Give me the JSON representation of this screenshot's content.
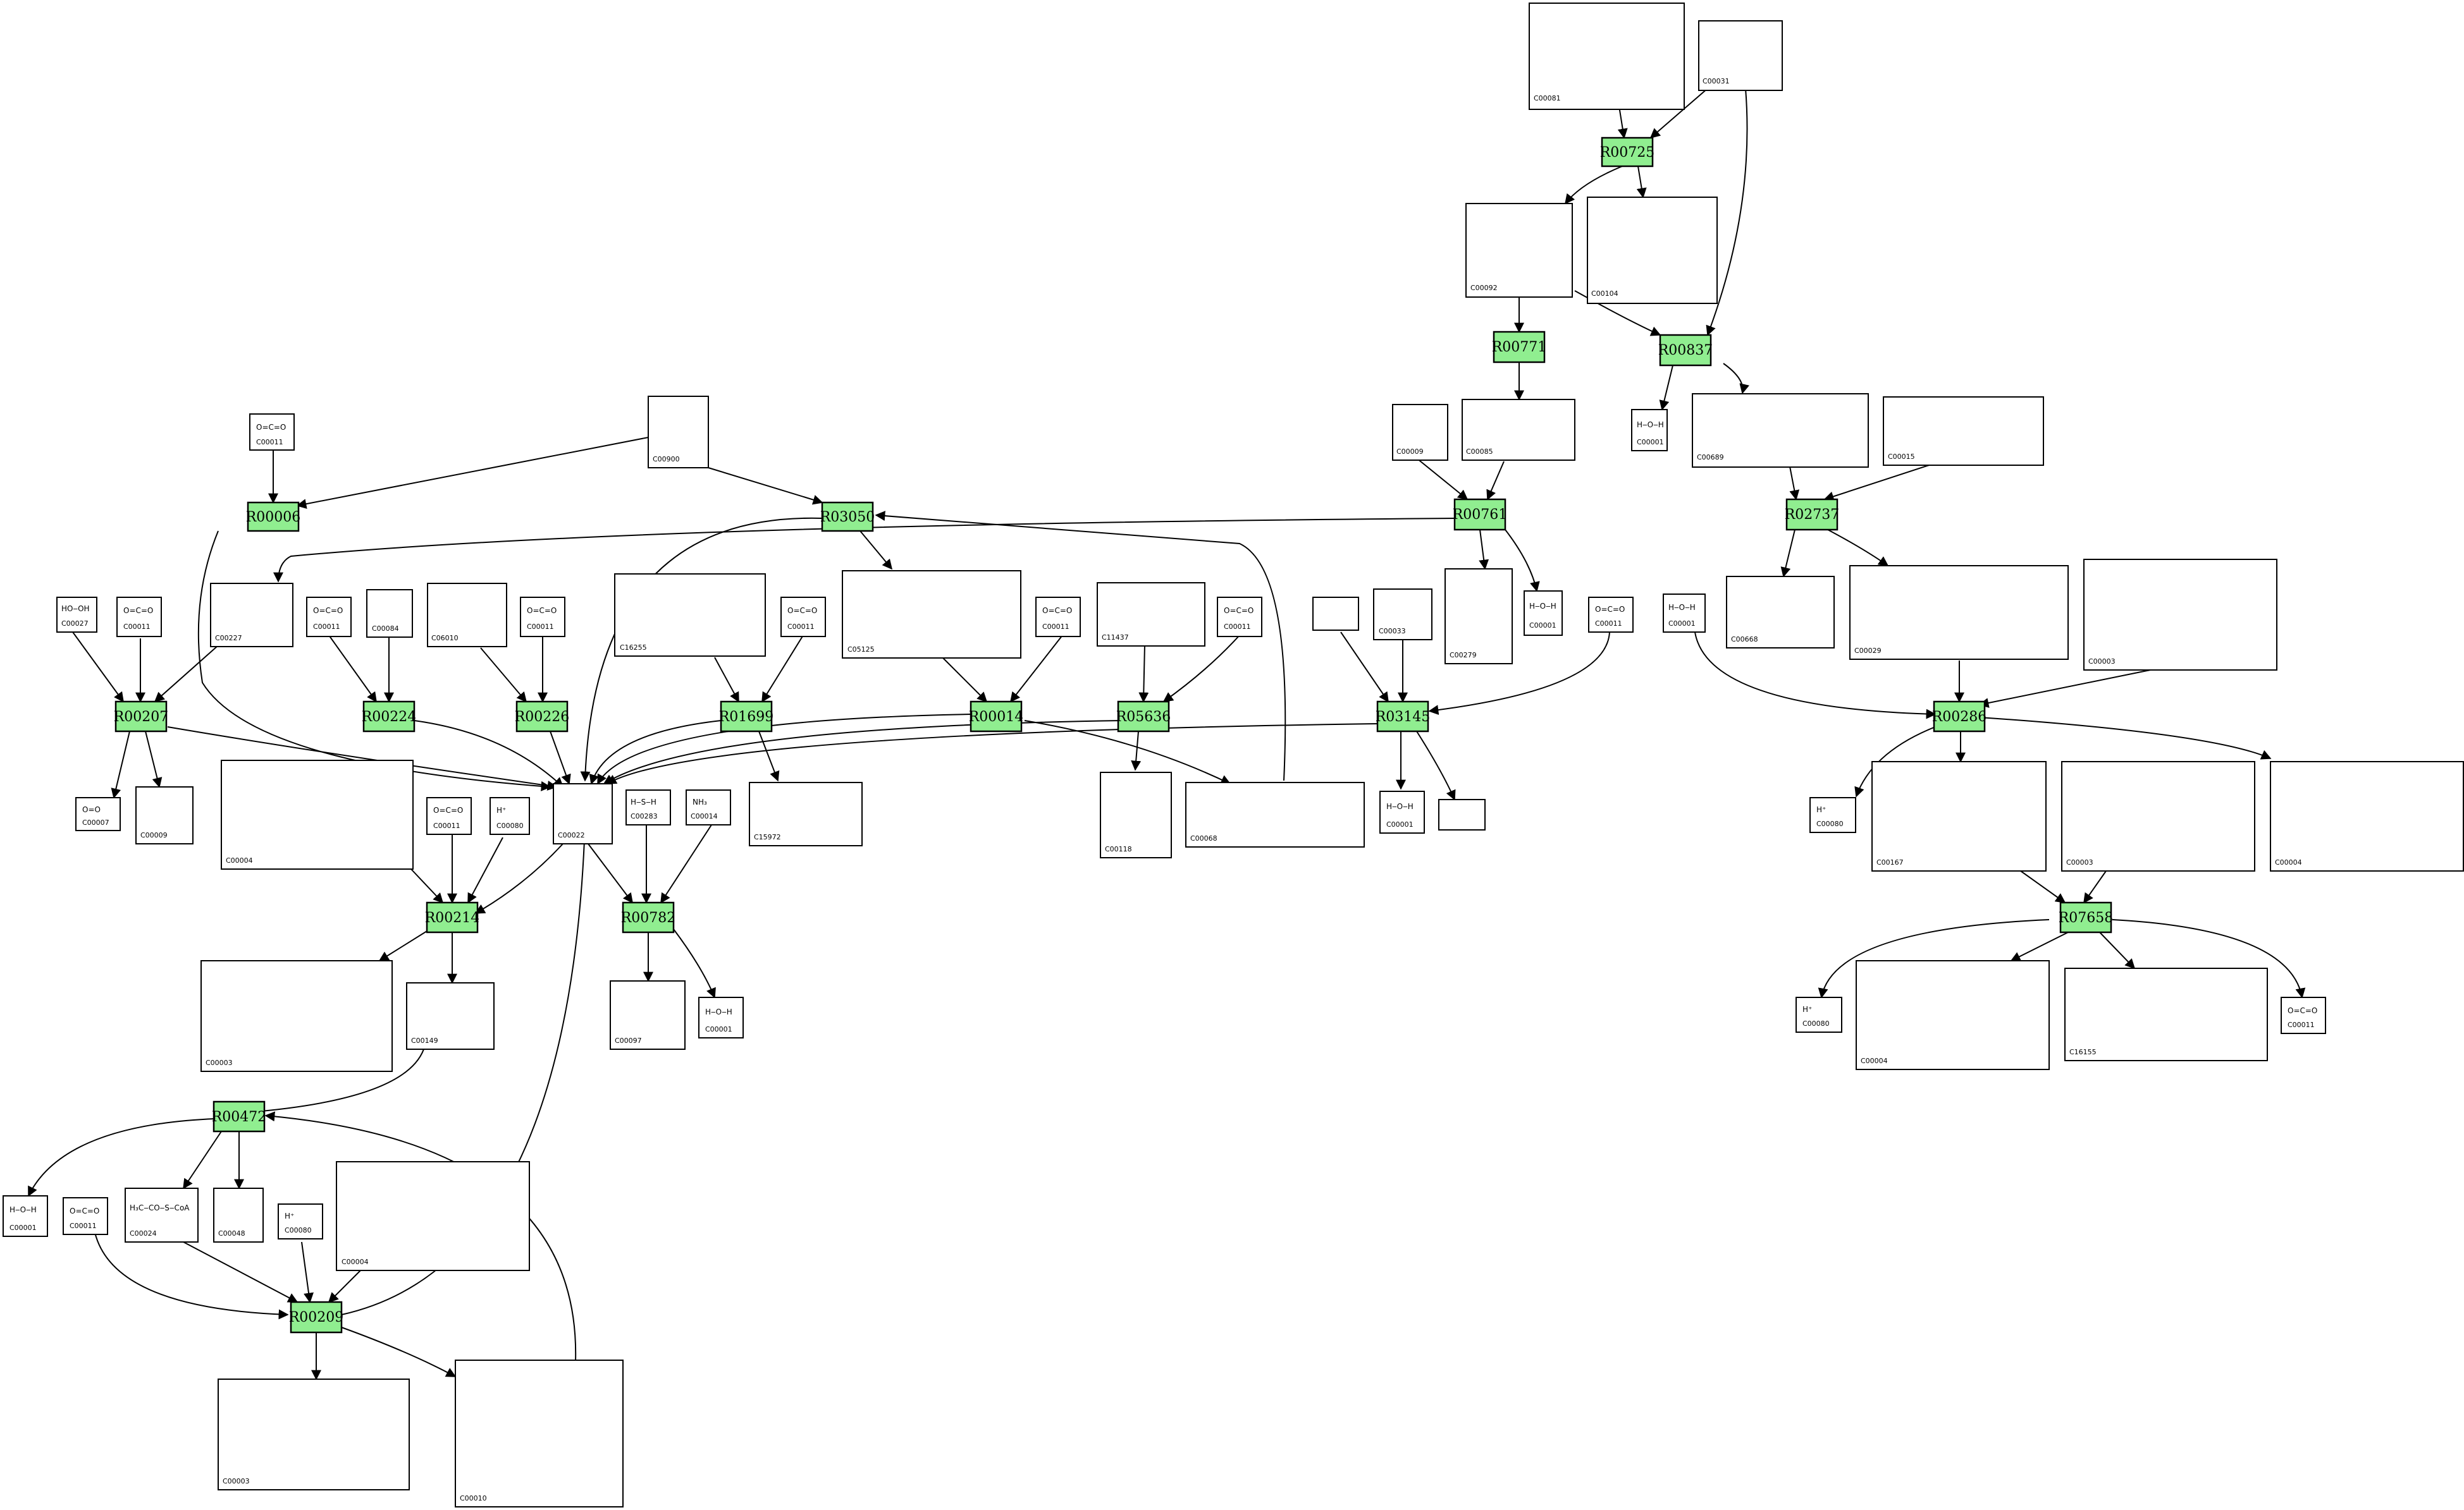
{
  "reactions": {
    "R00725": "R00725",
    "R00771": "R00771",
    "R00837": "R00837",
    "R00006": "R00006",
    "R03050": "R03050",
    "R00761": "R00761",
    "R02737": "R02737",
    "R00207": "R00207",
    "R00224": "R00224",
    "R00226": "R00226",
    "R01699": "R01699",
    "R00014": "R00014",
    "R05636": "R05636",
    "R03145": "R03145",
    "R00286": "R00286",
    "R00214": "R00214",
    "R00782": "R00782",
    "R07658": "R07658",
    "R00472": "R00472",
    "R00209": "R00209"
  },
  "compounds": {
    "C00081": {
      "id": "C00081",
      "formula": ""
    },
    "C00031": {
      "id": "C00031",
      "formula": ""
    },
    "C00092": {
      "id": "C00092",
      "formula": ""
    },
    "C00104": {
      "id": "C00104",
      "formula": ""
    },
    "C00001_a": {
      "id": "C00001",
      "formula": "H‒O‒H"
    },
    "C00085": {
      "id": "C00085",
      "formula": ""
    },
    "C00009_a": {
      "id": "C00009",
      "formula": ""
    },
    "C00689": {
      "id": "C00689",
      "formula": ""
    },
    "C00015": {
      "id": "C00015",
      "formula": ""
    },
    "C00011_a": {
      "id": "C00011",
      "formula": "O=C=O"
    },
    "C00900": {
      "id": "C00900",
      "formula": ""
    },
    "C00279": {
      "id": "C00279",
      "formula": ""
    },
    "C00001_b": {
      "id": "C00001",
      "formula": "H‒O‒H"
    },
    "C00027": {
      "id": "C00027",
      "formula": "HO‒OH"
    },
    "C00011_b": {
      "id": "C00011",
      "formula": "O=C=O"
    },
    "C00227": {
      "id": "C00227",
      "formula": ""
    },
    "C00011_c": {
      "id": "C00011",
      "formula": "O=C=O"
    },
    "C00084": {
      "id": "C00084",
      "formula": ""
    },
    "C06010": {
      "id": "C06010",
      "formula": ""
    },
    "C00011_d": {
      "id": "C00011",
      "formula": "O=C=O"
    },
    "C16255": {
      "id": "C16255",
      "formula": ""
    },
    "C00011_e": {
      "id": "C00011",
      "formula": "O=C=O"
    },
    "C05125": {
      "id": "C05125",
      "formula": ""
    },
    "C00011_f": {
      "id": "C00011",
      "formula": "O=C=O"
    },
    "C11437": {
      "id": "C11437",
      "formula": ""
    },
    "C00011_g": {
      "id": "C00011",
      "formula": "O=C=O"
    },
    "C00033": {
      "id": "C00033",
      "formula": ""
    },
    "C00011_h": {
      "id": "C00011",
      "formula": "O=C=O"
    },
    "C00001_c": {
      "id": "C00001",
      "formula": "H‒O‒H"
    },
    "C00668": {
      "id": "C00668",
      "formula": ""
    },
    "C00029": {
      "id": "C00029",
      "formula": ""
    },
    "C00003_a": {
      "id": "C00003",
      "formula": ""
    },
    "C00007": {
      "id": "C00007",
      "formula": "O=O"
    },
    "C00009_b": {
      "id": "C00009",
      "formula": ""
    },
    "C00004_a": {
      "id": "C00004",
      "formula": ""
    },
    "C00011_i": {
      "id": "C00011",
      "formula": "O=C=O"
    },
    "C00080_a": {
      "id": "C00080",
      "formula": "H⁺"
    },
    "C00022": {
      "id": "C00022",
      "formula": ""
    },
    "C00283": {
      "id": "C00283",
      "formula": "H‒S‒H"
    },
    "C00014": {
      "id": "C00014",
      "formula": "NH₃"
    },
    "C15972": {
      "id": "C15972",
      "formula": ""
    },
    "C00118": {
      "id": "C00118",
      "formula": ""
    },
    "C00068": {
      "id": "C00068",
      "formula": ""
    },
    "C00001_d": {
      "id": "C00001",
      "formula": "H‒O‒H"
    },
    "C00080_b": {
      "id": "C00080",
      "formula": "H⁺"
    },
    "C00167": {
      "id": "C00167",
      "formula": ""
    },
    "C00003_b": {
      "id": "C00003",
      "formula": ""
    },
    "C00004_b": {
      "id": "C00004",
      "formula": ""
    },
    "C00003_c": {
      "id": "C00003",
      "formula": ""
    },
    "C00149": {
      "id": "C00149",
      "formula": ""
    },
    "C00097": {
      "id": "C00097",
      "formula": ""
    },
    "C00001_e": {
      "id": "C00001",
      "formula": "H‒O‒H"
    },
    "C00080_c": {
      "id": "C00080",
      "formula": "H⁺"
    },
    "C00004_c": {
      "id": "C00004",
      "formula": ""
    },
    "C16155": {
      "id": "C16155",
      "formula": ""
    },
    "C00011_j": {
      "id": "C00011",
      "formula": "O=C=O"
    },
    "C00001_f": {
      "id": "C00001",
      "formula": "H‒O‒H"
    },
    "C00011_k": {
      "id": "C00011",
      "formula": "O=C=O"
    },
    "C00024": {
      "id": "C00024",
      "formula": "H₃C‒CO‒S‒CoA"
    },
    "C00048": {
      "id": "C00048",
      "formula": ""
    },
    "C00080_d": {
      "id": "C00080",
      "formula": "H⁺"
    },
    "C00004_d": {
      "id": "C00004",
      "formula": ""
    },
    "C00003_d": {
      "id": "C00003",
      "formula": ""
    },
    "C00010": {
      "id": "C00010",
      "formula": ""
    }
  }
}
